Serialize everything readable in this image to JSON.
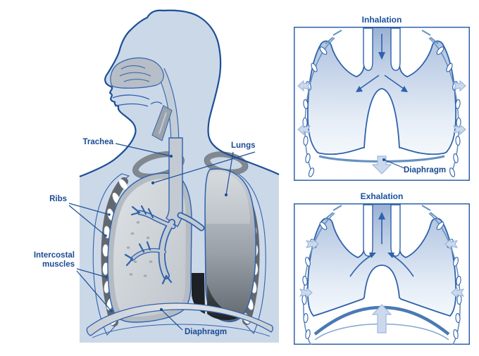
{
  "main_figure": {
    "labels": {
      "trachea": "Trachea",
      "lungs": "Lungs",
      "ribs": "Ribs",
      "intercostal_lines": [
        "Intercostal",
        "muscles"
      ],
      "diaphragm": "Diaphragm"
    }
  },
  "panels": {
    "inhalation": {
      "title": "Inhalation",
      "diaphragm_label": "Diaphragm"
    },
    "exhalation": {
      "title": "Exhalation"
    }
  },
  "colors": {
    "outline_dark_blue": "#1c4f96",
    "label_text": "#1b4b92",
    "panel_border": "#2f62ab",
    "torso_fill": "#cbd8e8",
    "backdrop_fill": "#d7e1ee",
    "lung_gray_dark": "#60676e",
    "lung_gray_light": "#dde1e5",
    "small_diagram_lung_blue": "#a9bedd",
    "mid_blue_accent": "#6690c2",
    "block_arrow_fill": "#ccd9ec",
    "rib_band_gray": "#62686f"
  }
}
